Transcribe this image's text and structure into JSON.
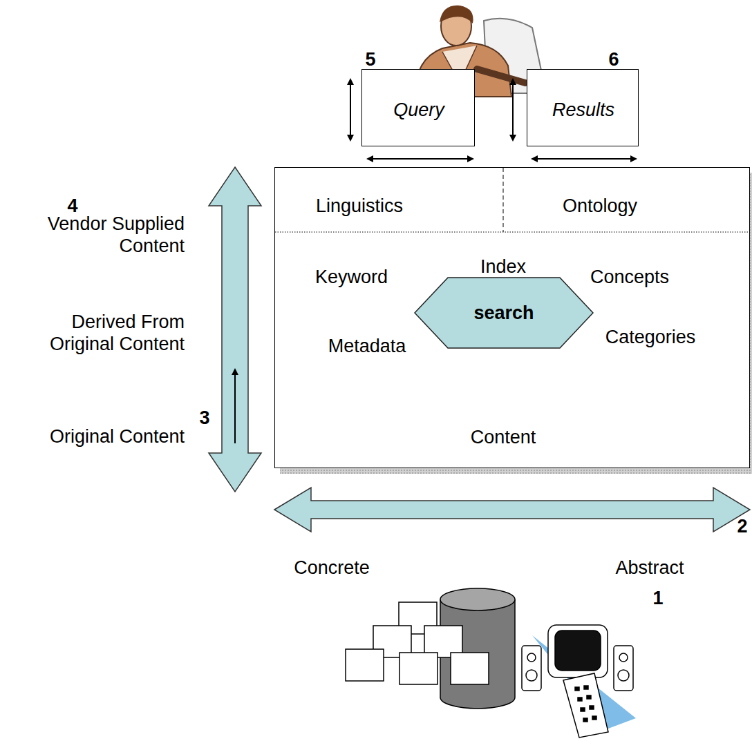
{
  "diagram": {
    "nodes": [
      {
        "text": [
          "Query"
        ]
      },
      {
        "text": [
          "Results"
        ]
      },
      {
        "text": [
          "Linguistics",
          "Ontology",
          "Index",
          "Keyword",
          "Concepts",
          "Metadata",
          "Categories",
          "Content"
        ]
      },
      {
        "text": [
          "search"
        ],
        "in": 2
      }
    ],
    "labels": [
      "5",
      "6",
      "4",
      "Vendor Supplied Content",
      "Derived From Original Content",
      "Original Content",
      "3",
      "Concrete",
      "Abstract",
      "1",
      "2"
    ]
  }
}
